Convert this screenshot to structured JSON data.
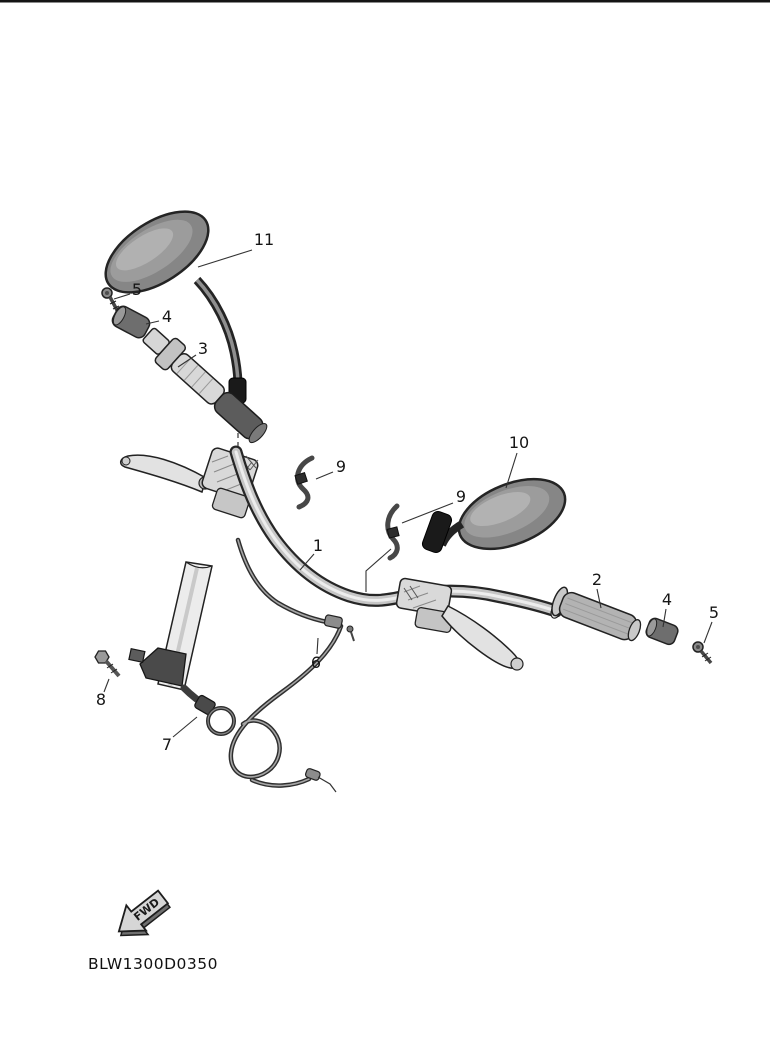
{
  "diagram": {
    "code": "BLW1300D0350",
    "fwd_label": "FWD",
    "callouts": [
      {
        "label": "11"
      },
      {
        "label": "5"
      },
      {
        "label": "4"
      },
      {
        "label": "3"
      },
      {
        "label": "10"
      },
      {
        "label": "9"
      },
      {
        "label": "9"
      },
      {
        "label": "1"
      },
      {
        "label": "2"
      },
      {
        "label": "4"
      },
      {
        "label": "5"
      },
      {
        "label": "6"
      },
      {
        "label": "8"
      },
      {
        "label": "7"
      }
    ]
  }
}
